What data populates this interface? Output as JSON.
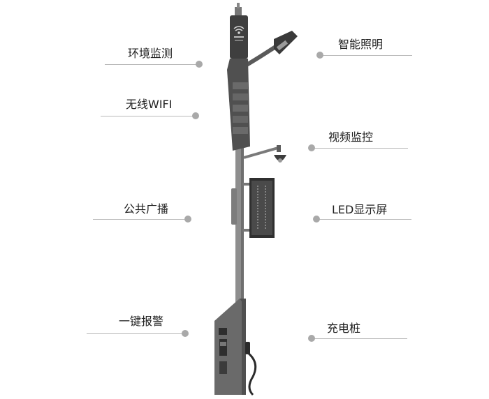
{
  "features": {
    "env_monitoring": "环境监测",
    "wifi": "无线WIFI",
    "broadcast": "公共广播",
    "alarm": "一键报警",
    "lighting": "智能照明",
    "video": "视频监控",
    "led_screen": "LED显示屏",
    "charging": "充电桩"
  },
  "colors": {
    "pole": "#8a8a8a",
    "pole_dark": "#4d4d4d",
    "callout_line": "#b9b9b9",
    "callout_dot": "#a9a9a9",
    "text": "#1f1f1f"
  }
}
